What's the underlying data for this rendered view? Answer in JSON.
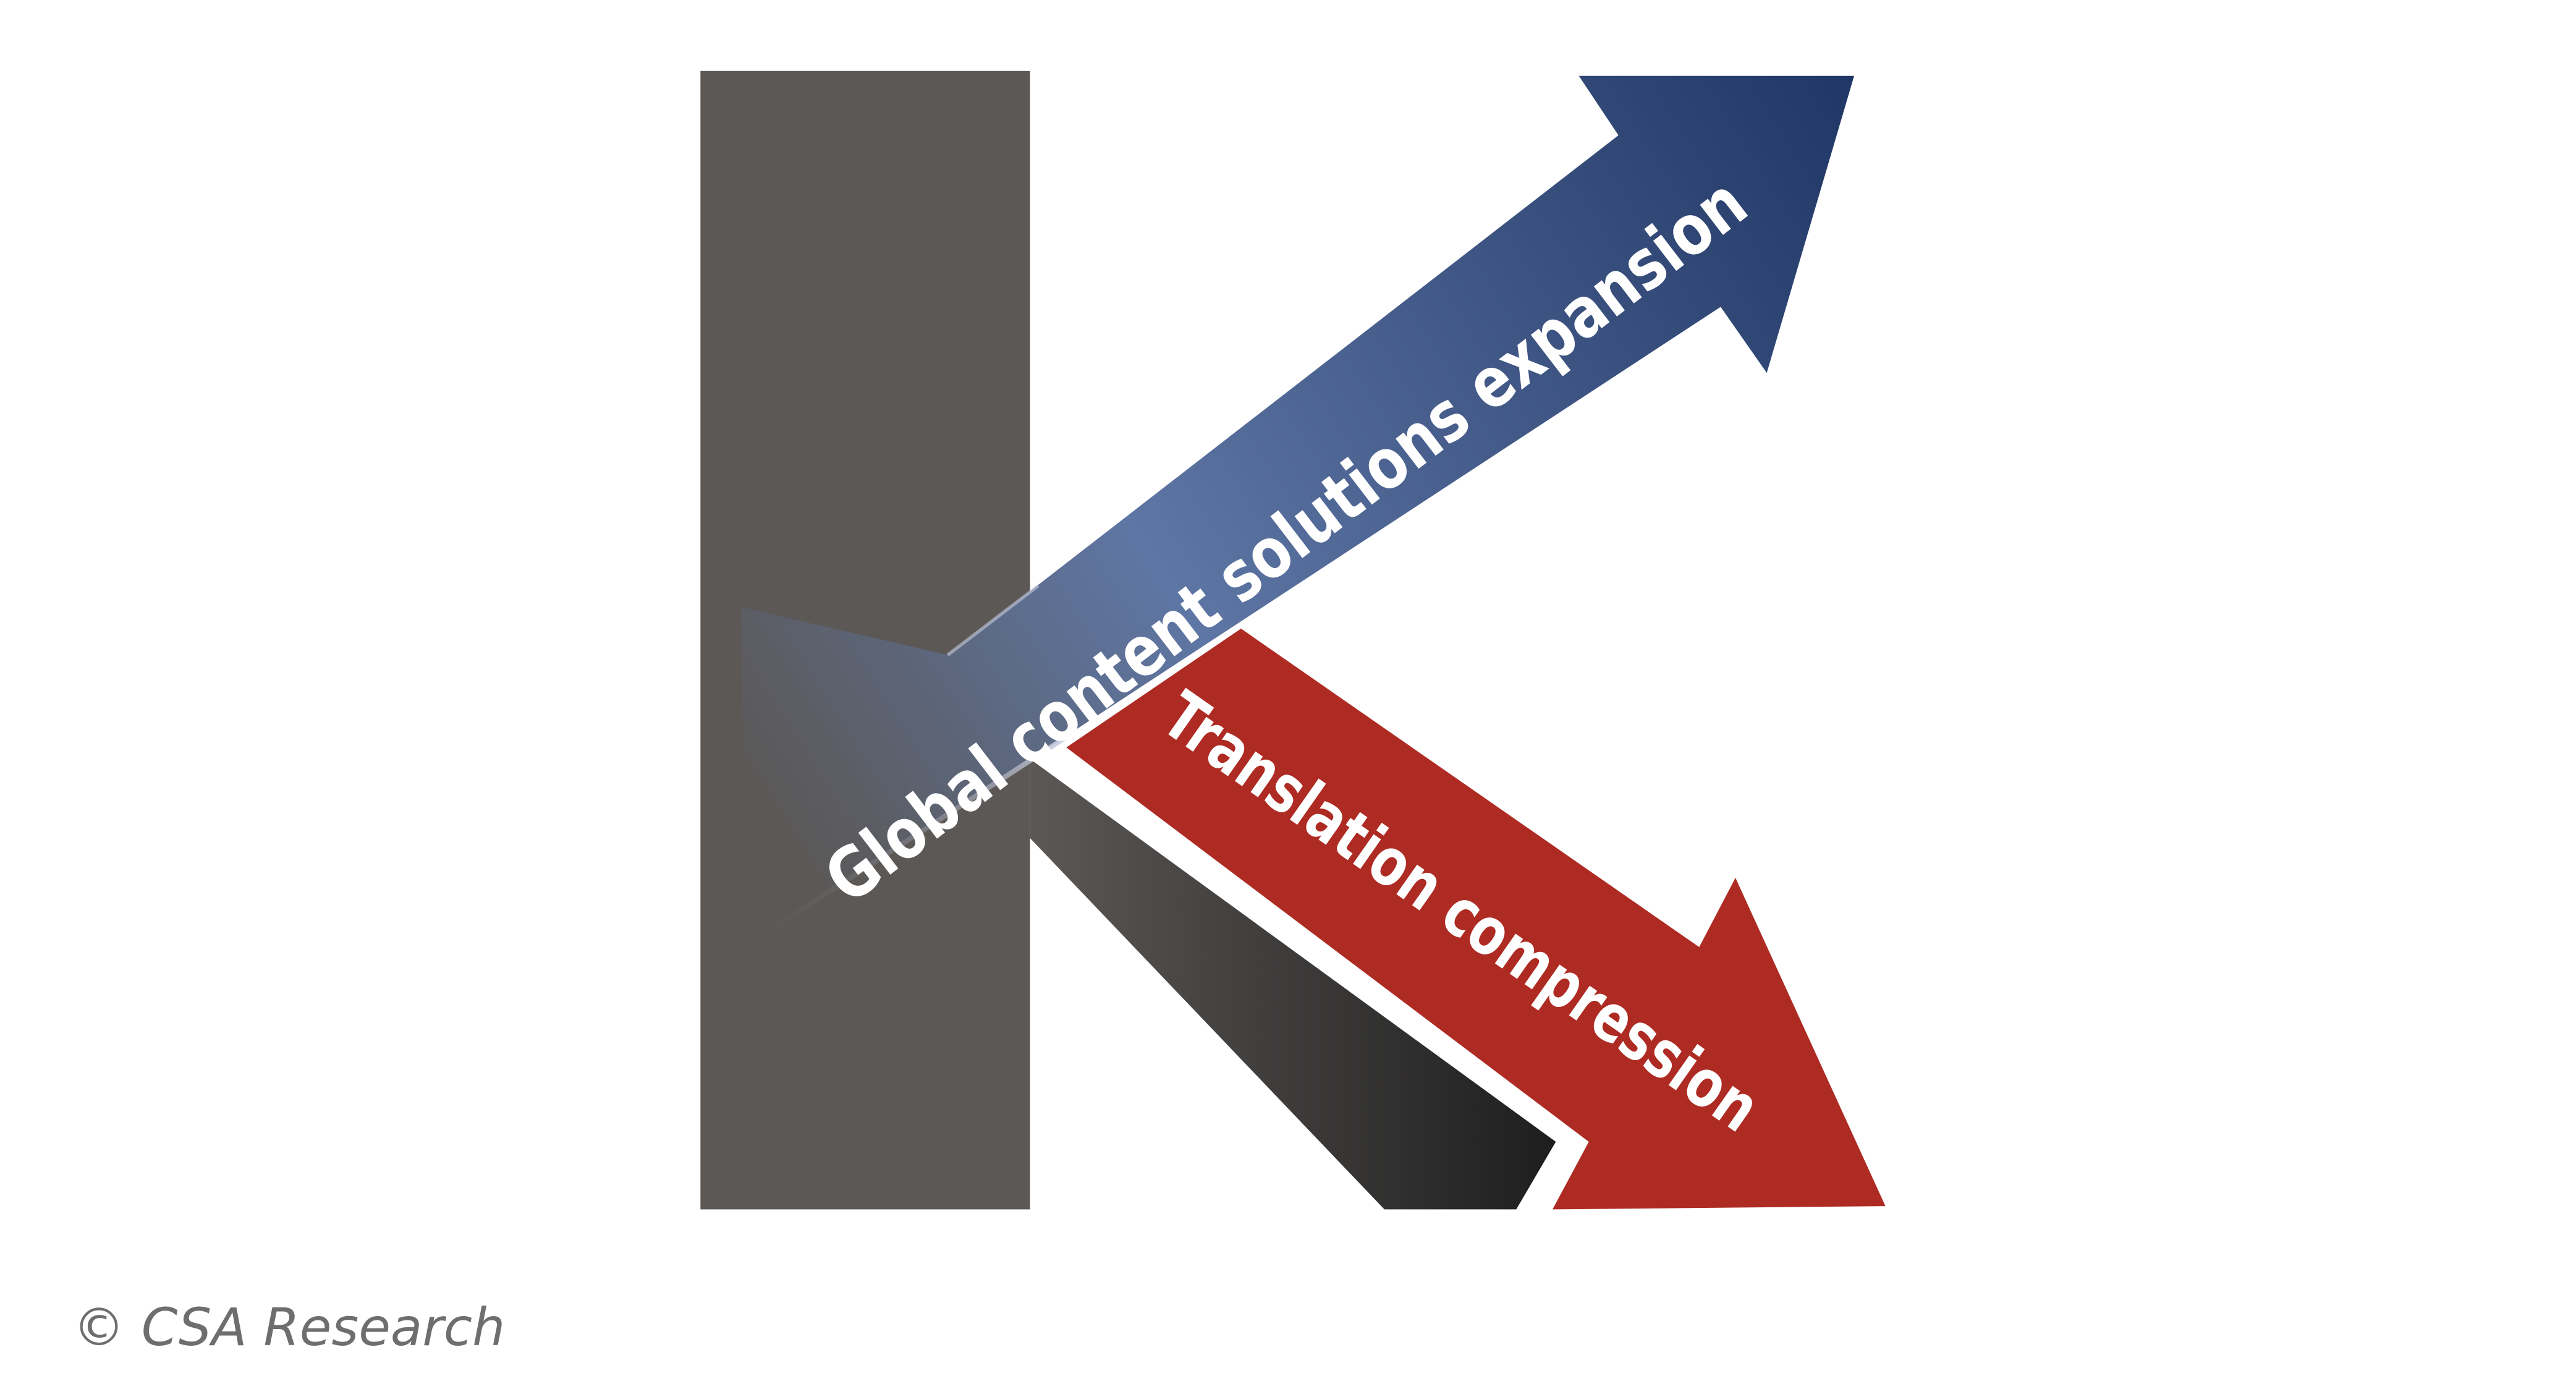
{
  "diagram": {
    "arrows": [
      {
        "label": "Global content solutions expansion",
        "direction": "up-right",
        "color": "#253d6e"
      },
      {
        "label": "Translation compression",
        "direction": "down-right",
        "color": "#ae2b23"
      }
    ],
    "letter_shape": "K",
    "letter_color": "#5b5856"
  },
  "footer": {
    "copyright": "© CSA Research"
  }
}
